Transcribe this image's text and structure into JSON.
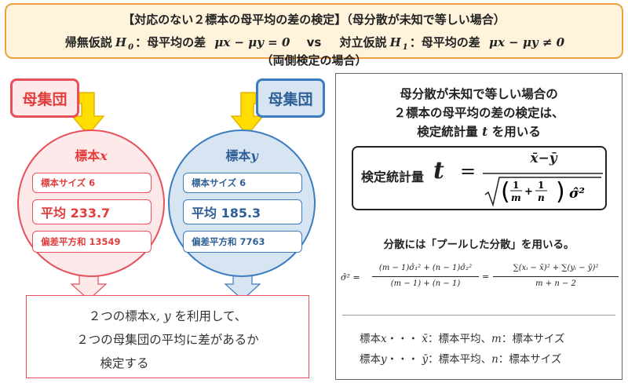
{
  "header": {
    "title": "【対応のない２標本の母平均の差の検定】（母分散が未知で等しい場合）",
    "null_prefix": "帰無仮説",
    "null_symbol": "H",
    "null_sub": "0",
    "null_text": "：母平均の差",
    "null_expr": "μx − μy = 0",
    "vs": "vs",
    "alt_prefix": "対立仮説",
    "alt_symbol": "H",
    "alt_sub": "1",
    "alt_text": "：母平均の差",
    "alt_expr": "μx − μy ≠ 0",
    "alt_suffix": "（両側検定の場合）"
  },
  "population_left": "母集団",
  "population_right": "母集団",
  "sample_x": {
    "title": "標本",
    "var": "x",
    "size_label": "標本サイズ 6",
    "mean_label": "平均 233.7",
    "ss_label": "偏差平方和 13549"
  },
  "sample_y": {
    "title": "標本",
    "var": "y",
    "size_label": "標本サイズ 6",
    "mean_label": "平均 185.3",
    "ss_label": "偏差平方和 7763"
  },
  "conclusion": {
    "line1_a": "２つの標本",
    "line1_vars": "x, y",
    "line1_b": "を利用して、",
    "line2": "２つの母集団の平均に差があるか",
    "line3": "検定する"
  },
  "panel": {
    "intro_1": "母分散が未知で等しい場合の",
    "intro_2": "２標本の母平均の差の検定は、",
    "intro_3a": "検定統計量",
    "intro_3_var": "t",
    "intro_3b": "を用いる",
    "formula_label": "検定統計量",
    "formula_t": "t",
    "formula_eq": "=",
    "numerator": "x̄−ȳ",
    "pool_text": "分散には「プールした分散」を用いる。",
    "pooled_lhs": "σ̂² =",
    "pooled_num1": "(m − 1)σ̂₁² + (n − 1)σ̂₂²",
    "pooled_den1": "(m − 1) + (n − 1)",
    "pooled_eq": "=",
    "pooled_num2": "∑(xᵢ − x̄)² + ∑(yᵢ − ȳ)²",
    "pooled_den2": "m + n − 2",
    "legend_x_pre": "標本",
    "legend_x_var": "x",
    "legend_x_dots": "・・・",
    "legend_x_sym": "x̄",
    "legend_x_a": "：標本平均、",
    "legend_x_n": "m",
    "legend_x_b": "：標本サイズ",
    "legend_y_pre": "標本",
    "legend_y_var": "y",
    "legend_y_dots": "・・・",
    "legend_y_sym": "ȳ",
    "legend_y_a": "：標本平均、",
    "legend_y_n": "n",
    "legend_y_b": "：標本サイズ"
  },
  "colors": {
    "red": "#e23d3d",
    "red_fill": "#fde9e9",
    "blue": "#2e5f96",
    "blue_fill": "#d7e4f2",
    "orange": "#f0a13c",
    "header_fill": "#fff3dc",
    "yellow_arrow": "#ffdd00"
  }
}
